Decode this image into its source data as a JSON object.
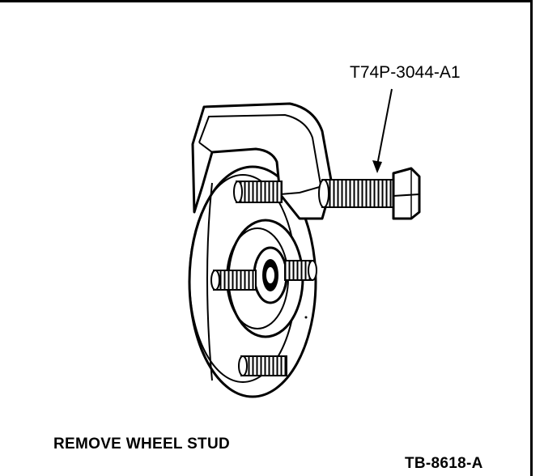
{
  "figure": {
    "tool_part_number": "T74P-3044-A1",
    "caption": "REMOVE WHEEL STUD",
    "figure_id": "TB-8618-A"
  }
}
